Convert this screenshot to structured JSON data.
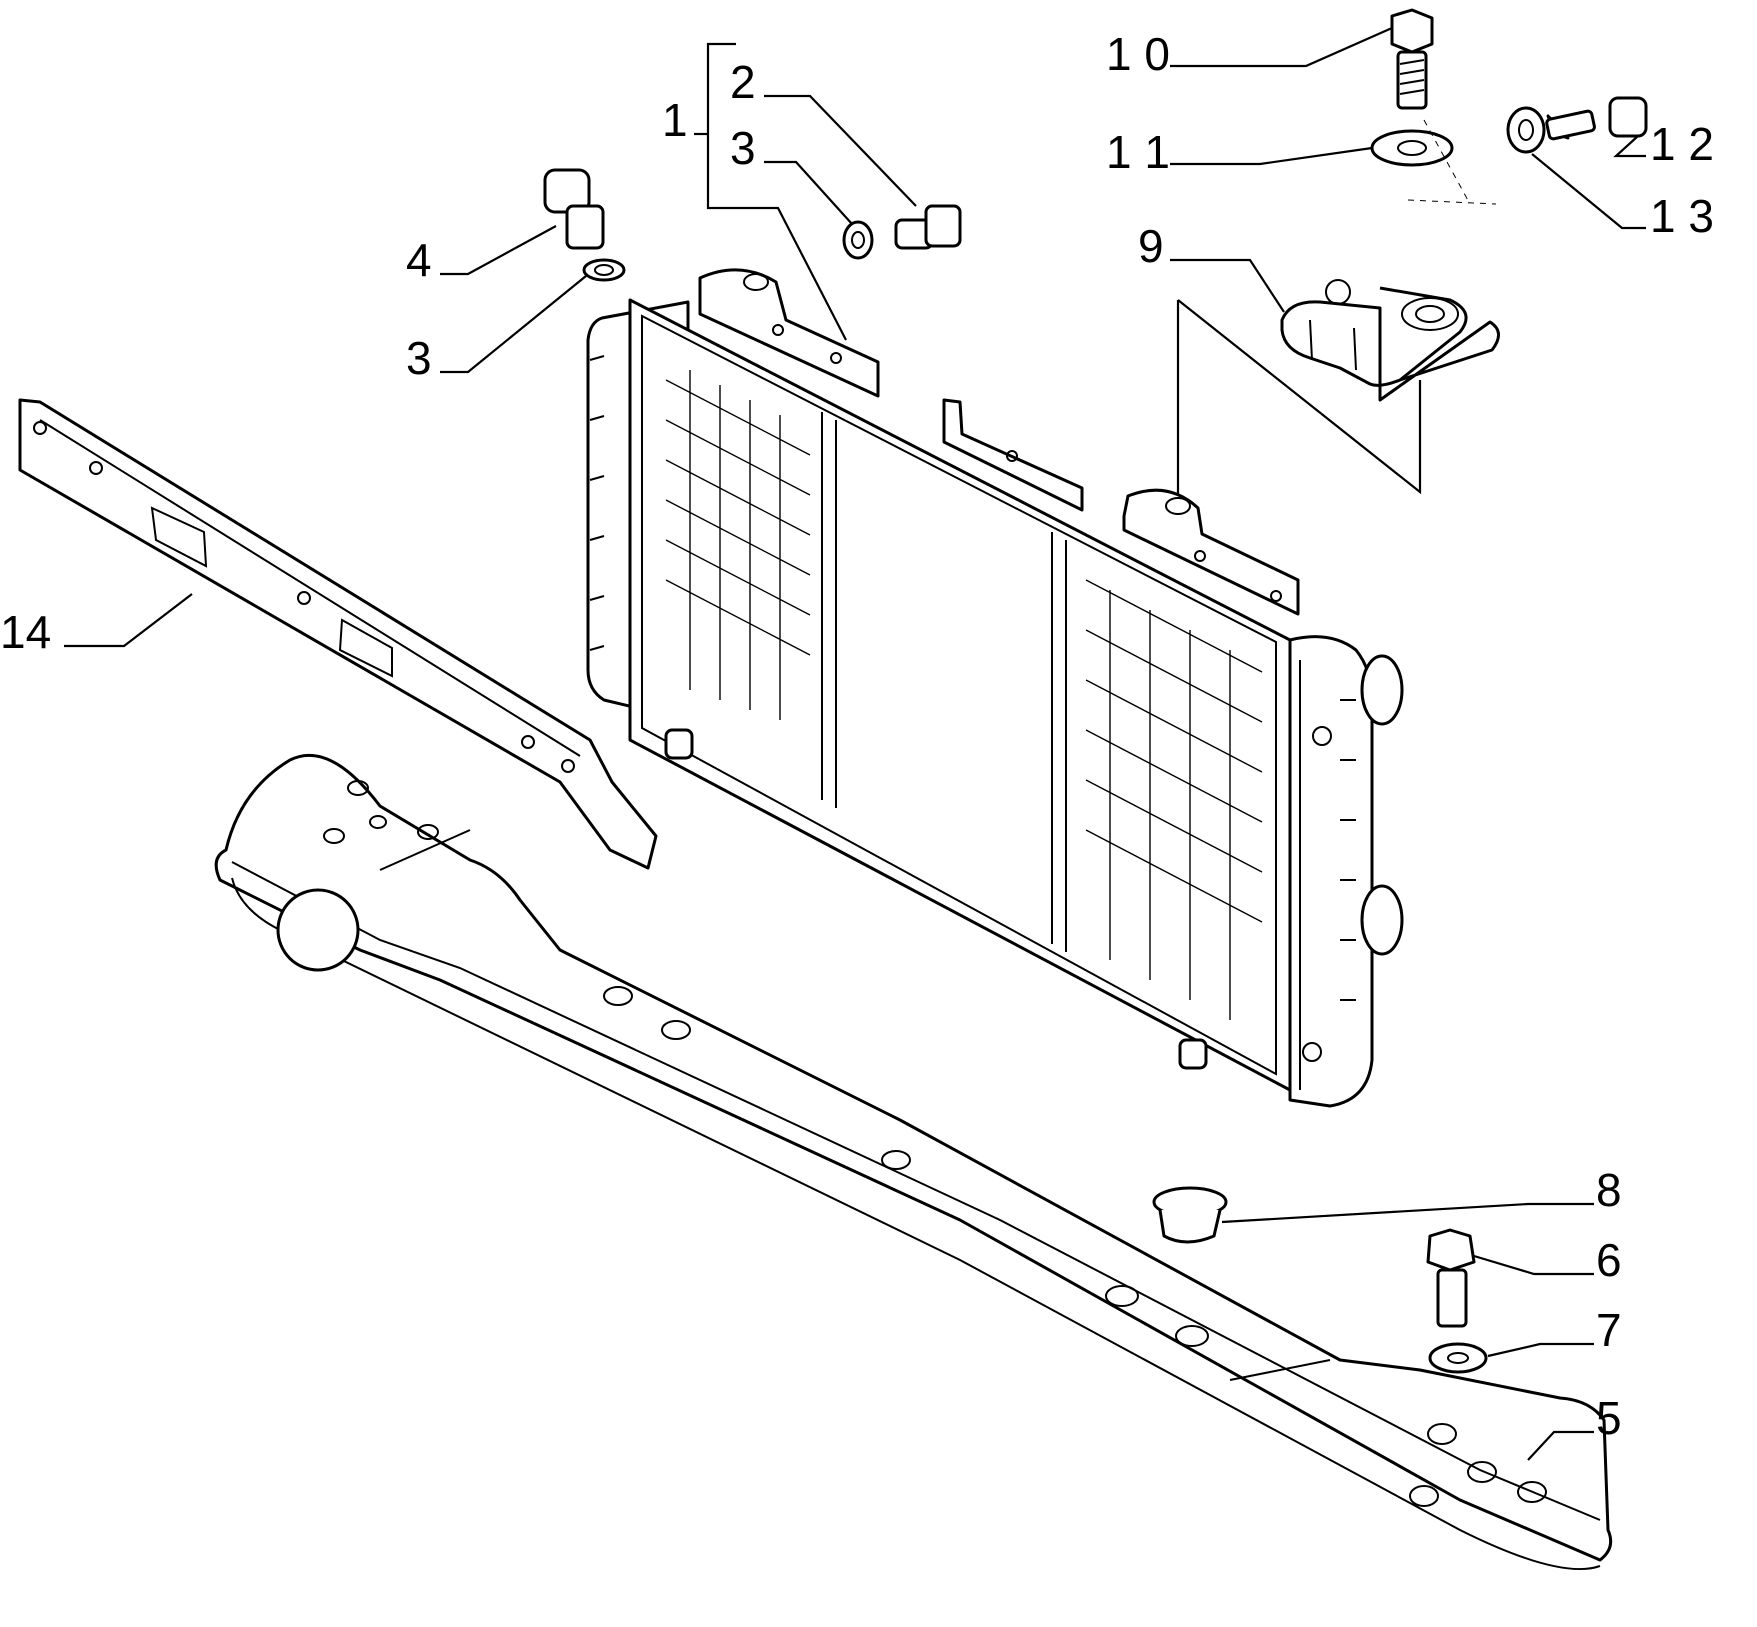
{
  "labels": {
    "l1": "1",
    "l2": "2",
    "l3a": "3",
    "l3b": "3",
    "l4": "4",
    "l5": "5",
    "l6": "6",
    "l7": "7",
    "l8": "8",
    "l9": "9",
    "l10": "1 0",
    "l11": "1 1",
    "l12": "1 2",
    "l13": "1 3",
    "l14": "14"
  }
}
